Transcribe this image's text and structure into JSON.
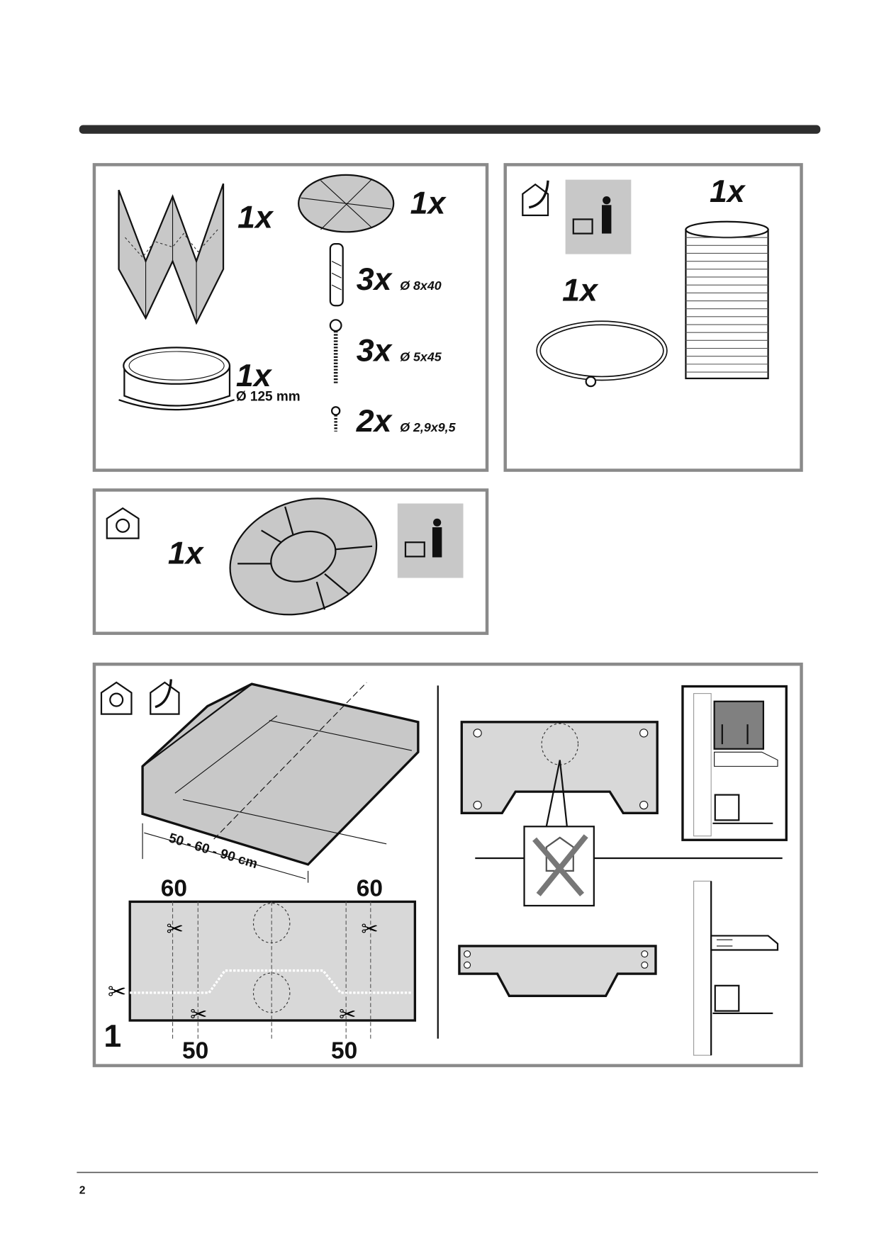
{
  "panel_kit": {
    "filter_qty": "1x",
    "grille_qty": "1x",
    "plug_qty": "3x",
    "plug_dim": "Ø 8x40",
    "screw_qty": "3x",
    "screw_dim": "Ø 5x45",
    "small_screw_qty": "2x",
    "small_screw_dim": "Ø 2,9x9,5",
    "collar_qty": "1x",
    "collar_dim": "Ø 125 mm"
  },
  "panel_ducting": {
    "duct_qty": "1x",
    "clamp_qty": "1x"
  },
  "panel_recirculation": {
    "carbon_filter_qty": "1x"
  },
  "panel_step1": {
    "width_label": "50 - 60 - 90 cm",
    "cut_top_left": "60",
    "cut_top_right": "60",
    "cut_bottom_left": "50",
    "cut_bottom_right": "50",
    "step_number": "1"
  },
  "footer": {
    "page_number": "2"
  },
  "colors": {
    "frame": "#8a8a8a",
    "fill": "#c8c8c8",
    "light_fill": "#d8d8d8",
    "bar": "#2e2e2e"
  }
}
